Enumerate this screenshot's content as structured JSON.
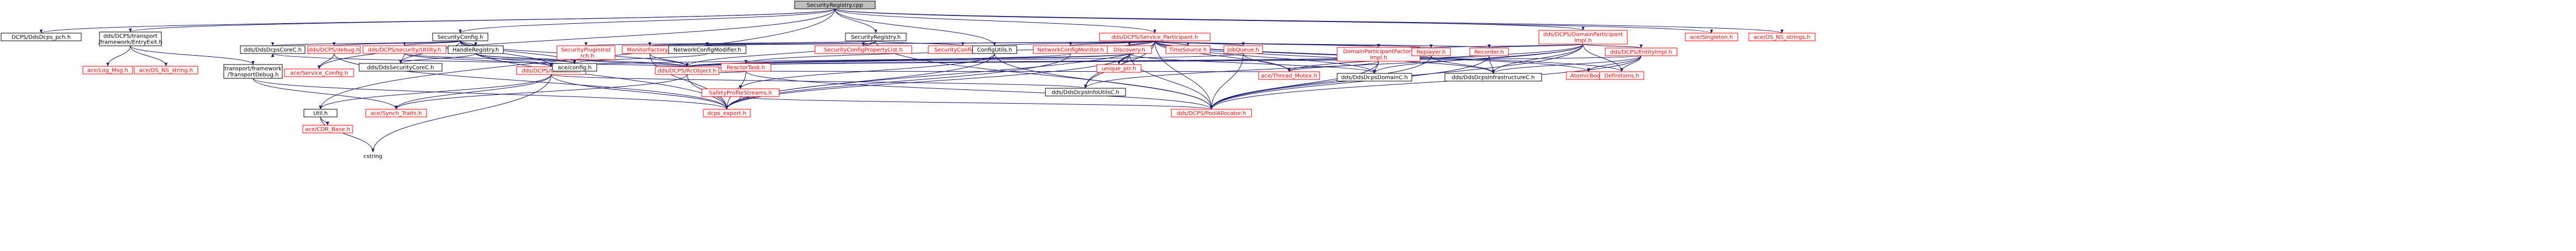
{
  "graph": {
    "title": "Include dependency graph for SecurityRegistry.cpp",
    "colors": {
      "edge": "#191970",
      "node_border_black": "#000000",
      "node_border_red": "#ff0000",
      "node_fill": "#ffffff",
      "root_fill": "#bfbfbf",
      "text_black": "#000000",
      "text_red": "#ff0000"
    },
    "nodes": [
      {
        "id": "root",
        "lines": [
          "SecurityRegistry.cpp"
        ],
        "style": "root"
      },
      {
        "id": "pch",
        "lines": [
          "DCPS/DdsDcps_pch.h"
        ],
        "style": "black"
      },
      {
        "id": "entryexit",
        "lines": [
          "dds/DCPS/transport",
          "/framework/EntryExit.h"
        ],
        "style": "black"
      },
      {
        "id": "logmsg",
        "lines": [
          "ace/Log_Msg.h"
        ],
        "style": "red"
      },
      {
        "id": "osnsstring1",
        "lines": [
          "ace/OS_NS_string.h"
        ],
        "style": "red"
      },
      {
        "id": "transportdebug",
        "lines": [
          "transport/framework",
          "/TransportDebug.h"
        ],
        "style": "black"
      },
      {
        "id": "securityconfig",
        "lines": [
          "SecurityConfig.h"
        ],
        "style": "black"
      },
      {
        "id": "coredcps",
        "lines": [
          "dds/DdsDcpsCoreC.h"
        ],
        "style": "black"
      },
      {
        "id": "debug",
        "lines": [
          "dds/DCPS/debug.h"
        ],
        "style": "red"
      },
      {
        "id": "servicecfg",
        "lines": [
          "ace/Service_Config.h"
        ],
        "style": "red"
      },
      {
        "id": "secutility",
        "lines": [
          "dds/DCPS/security/Utility.h"
        ],
        "style": "red"
      },
      {
        "id": "handleregistry",
        "lines": [
          "HandleRegistry.h"
        ],
        "style": "black"
      },
      {
        "id": "guidutils",
        "lines": [
          "dds/DCPS/GuidUtils.h"
        ],
        "style": "red"
      },
      {
        "id": "rcobject",
        "lines": [
          "dds/DCPS/RcObject.h"
        ],
        "style": "red"
      },
      {
        "id": "utilh",
        "lines": [
          "Util.h"
        ],
        "style": "black"
      },
      {
        "id": "cdrbase",
        "lines": [
          "ace/CDR_Base.h"
        ],
        "style": "red"
      },
      {
        "id": "cstring",
        "lines": [
          "cstring"
        ],
        "style": "gray"
      },
      {
        "id": "synchtraits",
        "lines": [
          "ace/Synch_Traits.h"
        ],
        "style": "red"
      },
      {
        "id": "dcpsexport",
        "lines": [
          "dcps_export.h"
        ],
        "style": "red"
      },
      {
        "id": "secdcore",
        "lines": [
          "dds/DdsSecurityCoreC.h"
        ],
        "style": "black"
      },
      {
        "id": "aceconfig",
        "lines": [
          "ace/config.h"
        ],
        "style": "black"
      },
      {
        "id": "securityregistry",
        "lines": [
          "SecurityRegistry.h"
        ],
        "style": "black"
      },
      {
        "id": "secplugininst",
        "lines": [
          "SecurityPluginInst",
          "_rch.h"
        ],
        "style": "red"
      },
      {
        "id": "monitorfactory",
        "lines": [
          "MonitorFactory.h"
        ],
        "style": "red"
      },
      {
        "id": "netcfgmodifier",
        "lines": [
          "NetworkConfigModifier.h"
        ],
        "style": "black"
      },
      {
        "id": "secconfigrch",
        "lines": [
          "SecurityConfig_rch.h"
        ],
        "style": "red"
      },
      {
        "id": "secpropertylist",
        "lines": [
          "SecurityConfigPropertyList.h"
        ],
        "style": "red"
      },
      {
        "id": "reactortask",
        "lines": [
          "ReactorTask.h"
        ],
        "style": "red"
      },
      {
        "id": "configutils",
        "lines": [
          "ConfigUtils.h"
        ],
        "style": "black"
      },
      {
        "id": "safetyprofile",
        "lines": [
          "SafetyProfileStreams.h"
        ],
        "style": "red"
      },
      {
        "id": "netcfgmonitor",
        "lines": [
          "NetworkConfigMonitor.h"
        ],
        "style": "red"
      },
      {
        "id": "serviceparticipant",
        "lines": [
          "dds/DCPS/Service_Participant.h"
        ],
        "style": "red"
      },
      {
        "id": "discovery",
        "lines": [
          "Discovery.h"
        ],
        "style": "red"
      },
      {
        "id": "uniqueptr",
        "lines": [
          "unique_ptr.h"
        ],
        "style": "red"
      },
      {
        "id": "timesource",
        "lines": [
          "TimeSource.h"
        ],
        "style": "red"
      },
      {
        "id": "jobqueue",
        "lines": [
          "JobQueue.h"
        ],
        "style": "red"
      },
      {
        "id": "threadmutex",
        "lines": [
          "ace/Thread_Mutex.h"
        ],
        "style": "red"
      },
      {
        "id": "dpfactory",
        "lines": [
          "DomainParticipantFactory",
          "Impl.h"
        ],
        "style": "red"
      },
      {
        "id": "infoutils",
        "lines": [
          "dds/DdsDcpsInfoUtilsC.h"
        ],
        "style": "black"
      },
      {
        "id": "domainc",
        "lines": [
          "dds/DdsDcpsDomainC.h"
        ],
        "style": "black"
      },
      {
        "id": "poolalloc",
        "lines": [
          "dds/DCPS/PoolAllocator.h"
        ],
        "style": "red"
      },
      {
        "id": "replayer",
        "lines": [
          "Replayer.h"
        ],
        "style": "red"
      },
      {
        "id": "recorder",
        "lines": [
          "Recorder.h"
        ],
        "style": "red"
      },
      {
        "id": "infrastructure",
        "lines": [
          "dds/DdsDcpsInfrastructureC.h"
        ],
        "style": "black"
      },
      {
        "id": "dpimpl",
        "lines": [
          "dds/DCPS/DomainParticipant",
          "Impl.h"
        ],
        "style": "red"
      },
      {
        "id": "entityimpl",
        "lines": [
          "dds/DCPS/EntityImpl.h"
        ],
        "style": "red"
      },
      {
        "id": "atomicbool",
        "lines": [
          "AtomicBool.h"
        ],
        "style": "red"
      },
      {
        "id": "definitions",
        "lines": [
          "Definitions.h"
        ],
        "style": "red"
      },
      {
        "id": "singleton",
        "lines": [
          "ace/Singleton.h"
        ],
        "style": "red"
      },
      {
        "id": "osnsstrings",
        "lines": [
          "ace/OS_NS_strings.h"
        ],
        "style": "red"
      }
    ]
  }
}
